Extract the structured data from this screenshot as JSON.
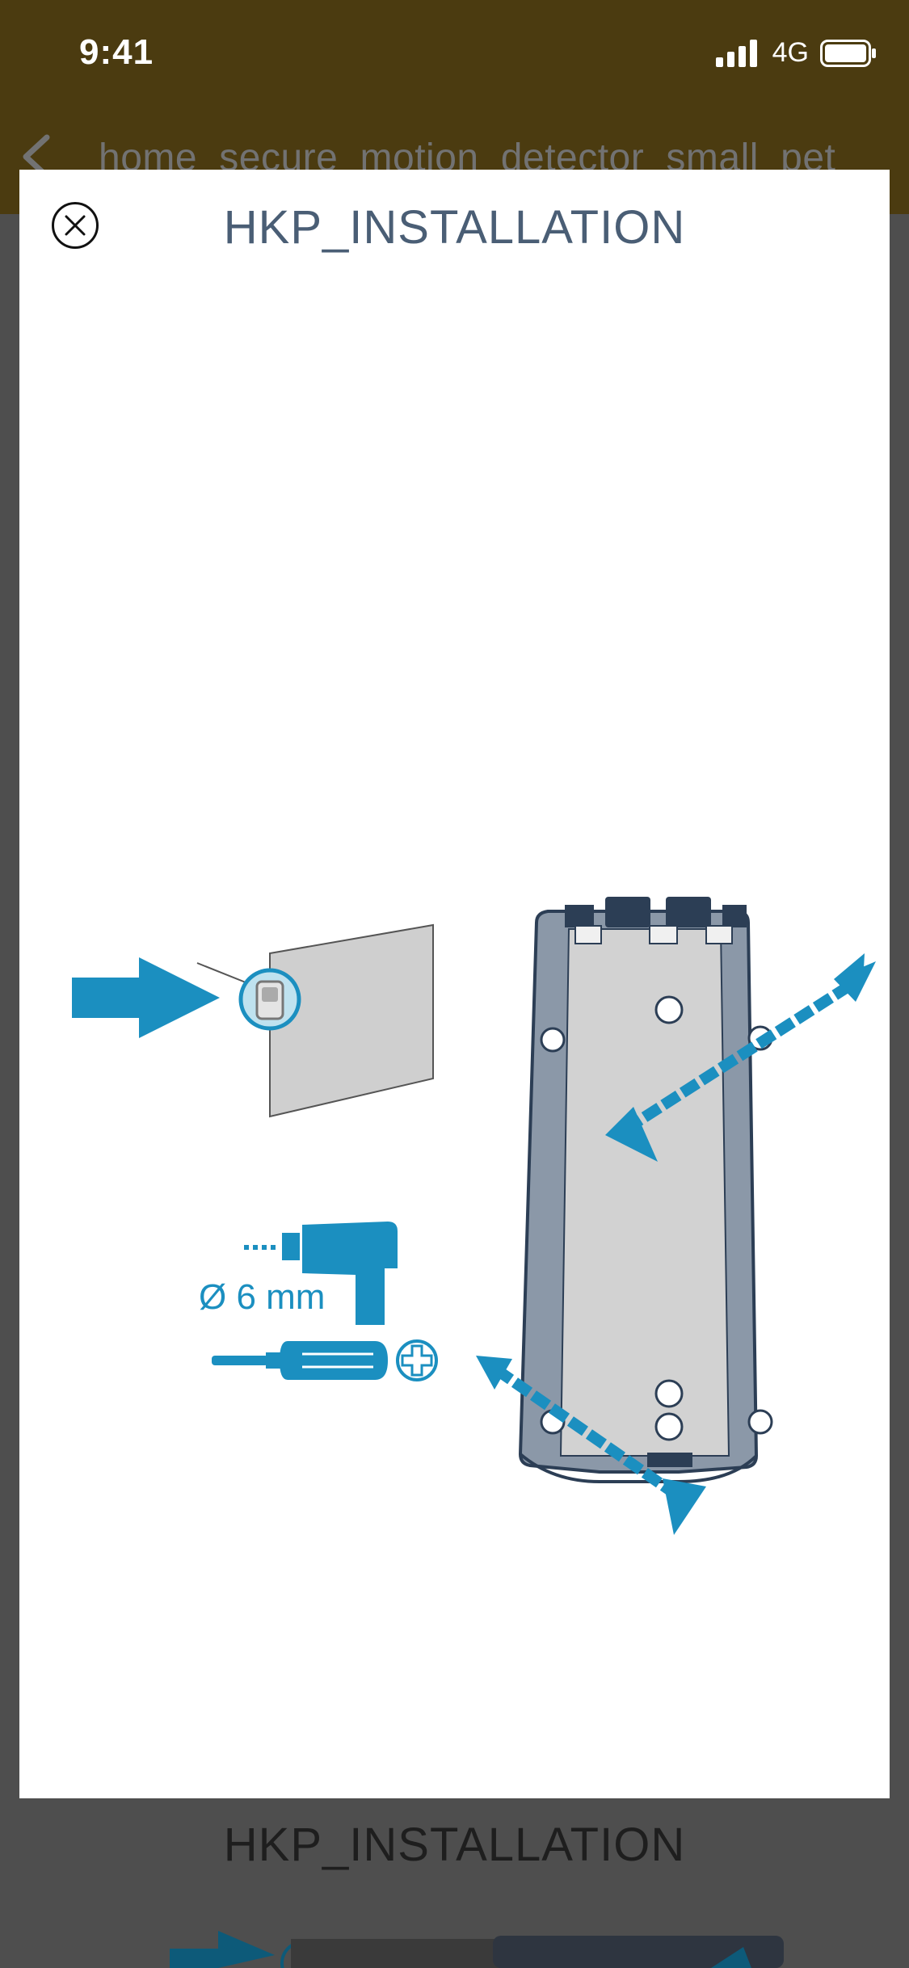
{
  "status_bar": {
    "time": "9:41",
    "network": "4G"
  },
  "navbar": {
    "title": "home_secure_motion_detector_small_pet"
  },
  "modal": {
    "title": "HKP_INSTALLATION"
  },
  "illustration": {
    "drill_size_label": "Ø 6 mm"
  },
  "background": {
    "title": "HKP_INSTALLATION"
  },
  "colors": {
    "accent": "#1b8fc0",
    "header_bg": "#4b3b10",
    "modal_title": "#4a5e75",
    "plate_fill": "#d0d0d0",
    "plate_frame": "#8b98a8"
  }
}
